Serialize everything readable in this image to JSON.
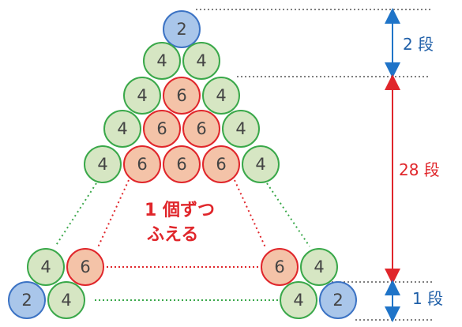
{
  "balls": {
    "top": "2",
    "row2": [
      "4",
      "4"
    ],
    "row3": [
      "4",
      "6",
      "4"
    ],
    "row4": [
      "4",
      "6",
      "6",
      "4"
    ],
    "row5": [
      "4",
      "6",
      "6",
      "6",
      "4"
    ],
    "bottom_left_row1": [
      "4",
      "6"
    ],
    "bottom_left_row2": [
      "2",
      "4"
    ],
    "bottom_right_row1": [
      "6",
      "4"
    ],
    "bottom_right_row2": [
      "4",
      "2"
    ]
  },
  "labels": {
    "top_tier": "2 段",
    "middle_tier": "28 段",
    "bottom_tier": "1 段"
  },
  "note": {
    "line1": "1 個ずつ",
    "line2": "ふえる"
  },
  "colors": {
    "blue_fill": "#a9c6ea",
    "blue_stroke": "#3c73c4",
    "green_fill": "#d6e6c3",
    "green_stroke": "#3aa84a",
    "red_fill": "#f4c3a8",
    "red_stroke": "#e0262b",
    "dim_blue": "#1f74c8",
    "dim_red": "#e0262b"
  }
}
